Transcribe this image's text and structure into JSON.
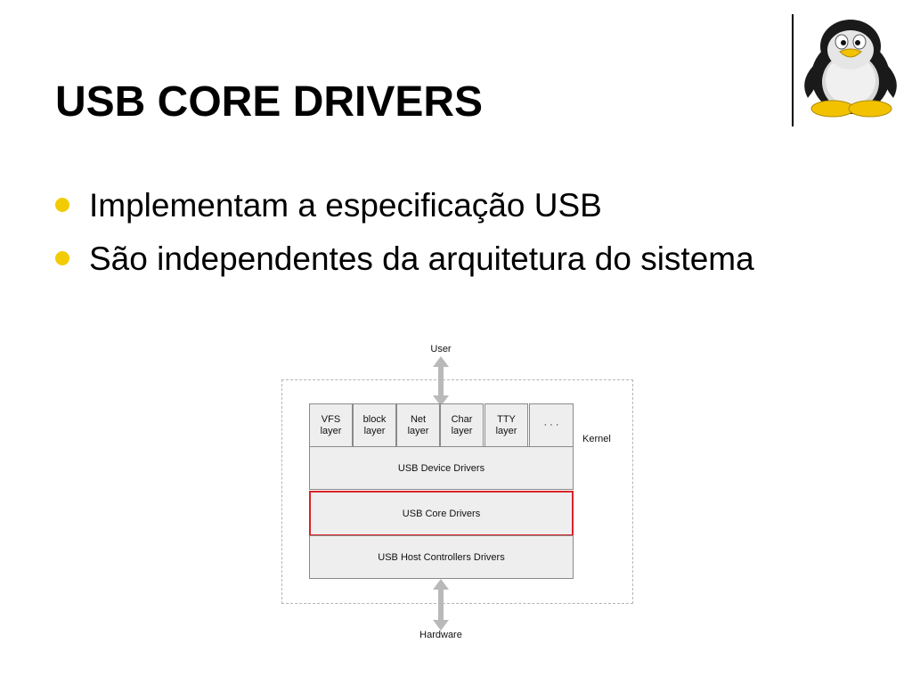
{
  "slide": {
    "title": "USB CORE DRIVERS",
    "bullets": [
      "Implementam a especificação USB",
      "São independentes da arquitetura do sistema"
    ],
    "bullet_color": "#f2cb05"
  },
  "logo": {
    "icon": "tux-penguin-icon"
  },
  "diagram": {
    "top_label": "User",
    "bottom_label": "Hardware",
    "side_label": "Kernel",
    "layers": [
      "VFS\nlayer",
      "block\nlayer",
      "Net\nlayer",
      "Char\nlayer",
      "TTY\nlayer",
      "· · ·"
    ],
    "bands": [
      "USB Device Drivers",
      "USB Core Drivers",
      "USB Host Controllers Drivers"
    ],
    "highlight_color": "#d9232a"
  }
}
